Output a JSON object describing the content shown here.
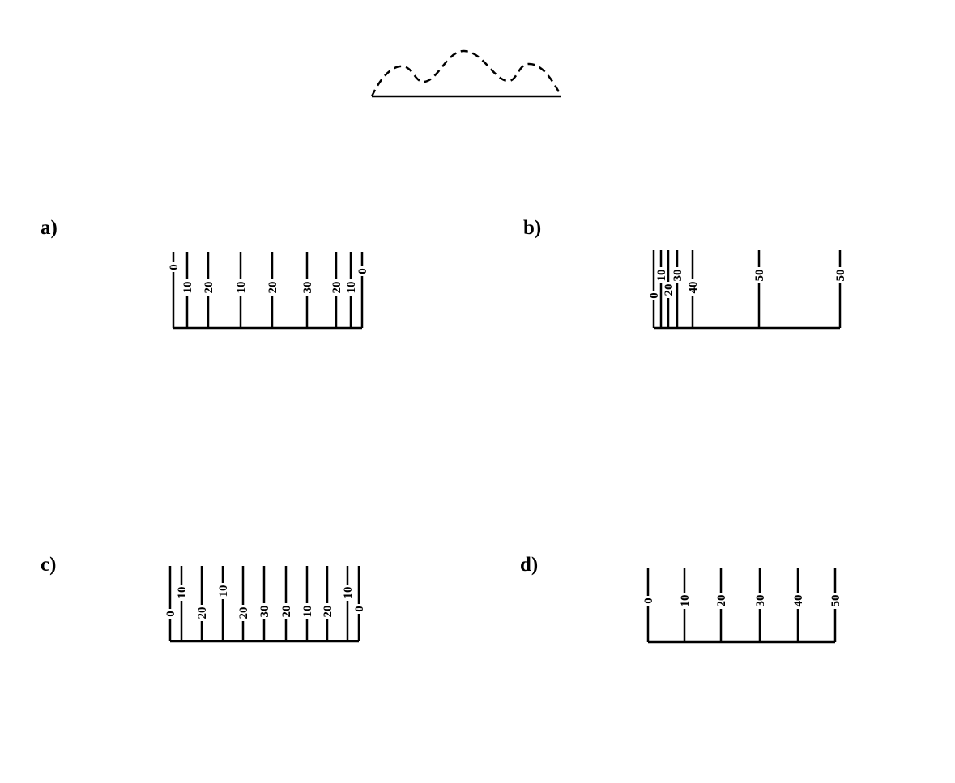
{
  "figure": {
    "profile_shape": "dashed-three-peak-outline",
    "panels": [
      {
        "label": "a)",
        "ticks": [
          "0",
          "10",
          "20",
          "10",
          "20",
          "30",
          "20",
          "10",
          "0"
        ]
      },
      {
        "label": "b)",
        "ticks": [
          "0",
          "10",
          "20",
          "30",
          "40",
          "50",
          "50"
        ]
      },
      {
        "label": "c)",
        "ticks": [
          "0",
          "10",
          "20",
          "10",
          "20",
          "30",
          "20",
          "10",
          "20",
          "10",
          "0"
        ]
      },
      {
        "label": "d)",
        "ticks": [
          "0",
          "10",
          "20",
          "30",
          "40",
          "50"
        ]
      }
    ]
  }
}
